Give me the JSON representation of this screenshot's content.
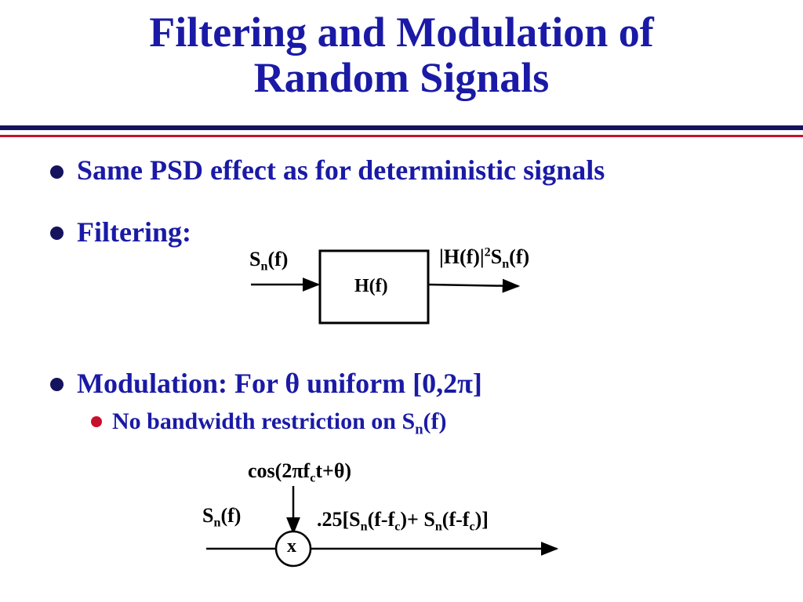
{
  "slide": {
    "title_line1": "Filtering and Modulation of",
    "title_line2": "Random Signals"
  },
  "bullets": {
    "b1": "Same PSD effect as for deterministic signals",
    "b2": "Filtering:",
    "b3_text": "Modulation: For θ uniform [0,2π]",
    "b4_pre": "No bandwidth restriction on S",
    "b4_sub": "n",
    "b4_post": "(f)"
  },
  "filter_diagram": {
    "input_S": "S",
    "input_sub": "n",
    "input_post": "(f)",
    "box_label": "H(f)",
    "output_pre": "|H(f)|",
    "output_sup": "2",
    "output_S": "S",
    "output_sub": "n",
    "output_post": "(f)"
  },
  "mod_diagram": {
    "carrier_pre": "cos(2πf",
    "carrier_sub": "c",
    "carrier_post": "t+θ)",
    "input_S": "S",
    "input_sub": "n",
    "input_post": "(f)",
    "mixer_label": "x",
    "out_part1": ".25[S",
    "out_sub1": "n",
    "out_part2": "(f-f",
    "out_sub2": "c",
    "out_part3": ")+ S",
    "out_sub3": "n",
    "out_part4": "(f-f",
    "out_sub4": "c",
    "out_part5": ")]"
  },
  "colors": {
    "title": "#1a1aa6",
    "rule_navy": "#15125e",
    "rule_red": "#c8102e",
    "bullet_dot": "#15125e",
    "sub_bullet_dot": "#c8102e"
  }
}
